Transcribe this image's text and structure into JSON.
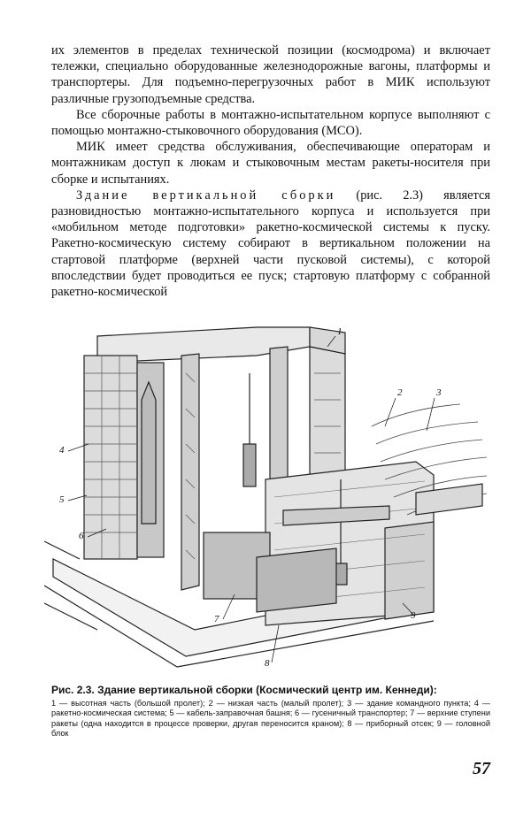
{
  "paragraphs": {
    "p1": "их элементов в пределах технической позиции (космодрома) и включает тележки, специально оборудованные железнодорожные вагоны, платформы и транспортеры. Для подъемно-перегрузочных работ в МИК используют различные грузоподъемные средства.",
    "p2": "Все сборочные работы в монтажно-испытательном корпусе выполняют с помощью монтажно-стыковочного оборудования (МСО).",
    "p3": "МИК имеет средства обслуживания, обеспечивающие операторам и монтажникам доступ к люкам и стыковочным местам ракеты-носителя при сборке и испытаниях.",
    "p4_spaced": "Здание вертикальной сборки",
    "p4_rest": " (рис. 2.3) является разновидностью монтажно-испытательного корпуса и используется при «мобильном методе подготовки» ракетно-космической системы к пуску. Ракетно-космическую систему собирают в вертикальном положении на стартовой платформе (верхней части пусковой системы), с которой впоследствии будет проводиться ее пуск; стартовую платформу с собранной ракетно-космической"
  },
  "figure": {
    "labels": [
      "1",
      "2",
      "3",
      "4",
      "5",
      "6",
      "7",
      "8",
      "9"
    ]
  },
  "caption": {
    "title": "Рис. 2.3. Здание вертикальной сборки (Космический центр им. Кеннеди):",
    "legend": "1 — высотная часть (большой пролет); 2 — низкая часть (малый пролет); 3 — здание командного пункта; 4 — ракетно-космическая система; 5 — кабель-заправочная башня; 6 — гусеничный транспортер; 7 — верхние ступени ракеты (одна находится в процессе проверки, другая переносится краном); 8 — приборный отсек; 9 — головной блок"
  },
  "page_number": "57"
}
